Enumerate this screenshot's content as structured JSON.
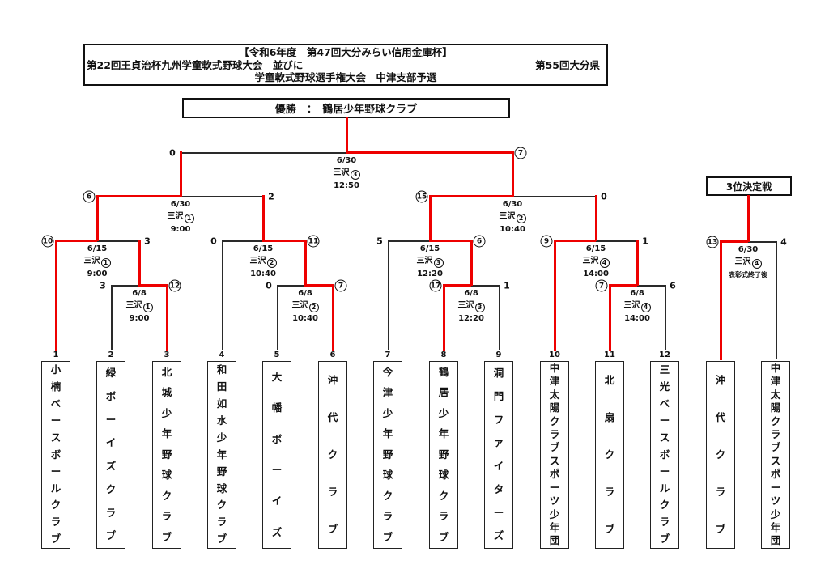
{
  "title": {
    "line1": "【令和6年度　第47回大分みらい信用金庫杯】",
    "line2_left": "第22回王貞治杯九州学童軟式野球大会　並びに",
    "line2_right": "第55回大分県",
    "line3": "学童軟式野球選手権大会　中津支部予選"
  },
  "champion": {
    "label": "優勝　：　鶴居少年野球クラブ"
  },
  "third_place": {
    "title": "3位決定戦"
  },
  "colors": {
    "winner_line": "#ee0000",
    "line": "#2a2a2a"
  },
  "teams": [
    {
      "seed": "1",
      "name": "小楠ベースボールクラブ"
    },
    {
      "seed": "2",
      "name": "緑ボーイズクラブ"
    },
    {
      "seed": "3",
      "name": "北城少年野球クラブ"
    },
    {
      "seed": "4",
      "name": "和田如水少年野球クラブ"
    },
    {
      "seed": "5",
      "name": "大幡ボーイズ"
    },
    {
      "seed": "6",
      "name": "沖代クラブ"
    },
    {
      "seed": "7",
      "name": "今津少年野球クラブ"
    },
    {
      "seed": "8",
      "name": "鶴居少年野球クラブ"
    },
    {
      "seed": "9",
      "name": "洞門ファイターズ"
    },
    {
      "seed": "10",
      "name": "中津太陽クラブスポーツ少年団"
    },
    {
      "seed": "11",
      "name": "北扇クラブ"
    },
    {
      "seed": "12",
      "name": "三光ベースボールクラブ"
    }
  ],
  "third_place_teams": [
    {
      "name": "沖代クラブ"
    },
    {
      "name": "中津太陽クラブスポーツ少年団"
    }
  ],
  "matches": {
    "final": {
      "date": "6/30",
      "venue": "三沢",
      "court": "3",
      "time": "12:50",
      "left_score": "0",
      "left_circled": false,
      "right_score": "7",
      "right_circled": true
    },
    "semi_left": {
      "date": "6/30",
      "venue": "三沢",
      "court": "1",
      "time": "9:00",
      "left_score": "6",
      "left_circled": true,
      "right_score": "2",
      "right_circled": false
    },
    "semi_right": {
      "date": "6/30",
      "venue": "三沢",
      "court": "2",
      "time": "10:40",
      "left_score": "15",
      "left_circled": true,
      "right_score": "0",
      "right_circled": false
    },
    "qf1": {
      "date": "6/15",
      "venue": "三沢",
      "court": "1",
      "time": "9:00",
      "left_score": "10",
      "left_circled": true,
      "right_score": "3",
      "right_circled": false
    },
    "qf2": {
      "date": "6/15",
      "venue": "三沢",
      "court": "2",
      "time": "10:40",
      "left_score": "0",
      "left_circled": false,
      "right_score": "11",
      "right_circled": true
    },
    "qf3": {
      "date": "6/15",
      "venue": "三沢",
      "court": "3",
      "time": "12:20",
      "left_score": "5",
      "left_circled": false,
      "right_score": "6",
      "right_circled": true
    },
    "qf4": {
      "date": "6/15",
      "venue": "三沢",
      "court": "4",
      "time": "14:00",
      "left_score": "9",
      "left_circled": true,
      "right_score": "1",
      "right_circled": false
    },
    "r1_2v3": {
      "date": "6/8",
      "venue": "三沢",
      "court": "1",
      "time": "9:00",
      "left_score": "3",
      "left_circled": false,
      "right_score": "12",
      "right_circled": true
    },
    "r1_5v6": {
      "date": "6/8",
      "venue": "三沢",
      "court": "2",
      "time": "10:40",
      "left_score": "0",
      "left_circled": false,
      "right_score": "7",
      "right_circled": true
    },
    "r1_8v9": {
      "date": "6/8",
      "venue": "三沢",
      "court": "3",
      "time": "12:20",
      "left_score": "17",
      "left_circled": true,
      "right_score": "1",
      "right_circled": false
    },
    "r1_11v12": {
      "date": "6/8",
      "venue": "三沢",
      "court": "4",
      "time": "14:00",
      "left_score": "7",
      "left_circled": true,
      "right_score": "6",
      "right_circled": false
    },
    "third": {
      "date": "6/30",
      "venue": "三沢",
      "court": "4",
      "time": "表彰式終了後",
      "left_score": "13",
      "left_circled": true,
      "right_score": "4",
      "right_circled": false
    }
  }
}
